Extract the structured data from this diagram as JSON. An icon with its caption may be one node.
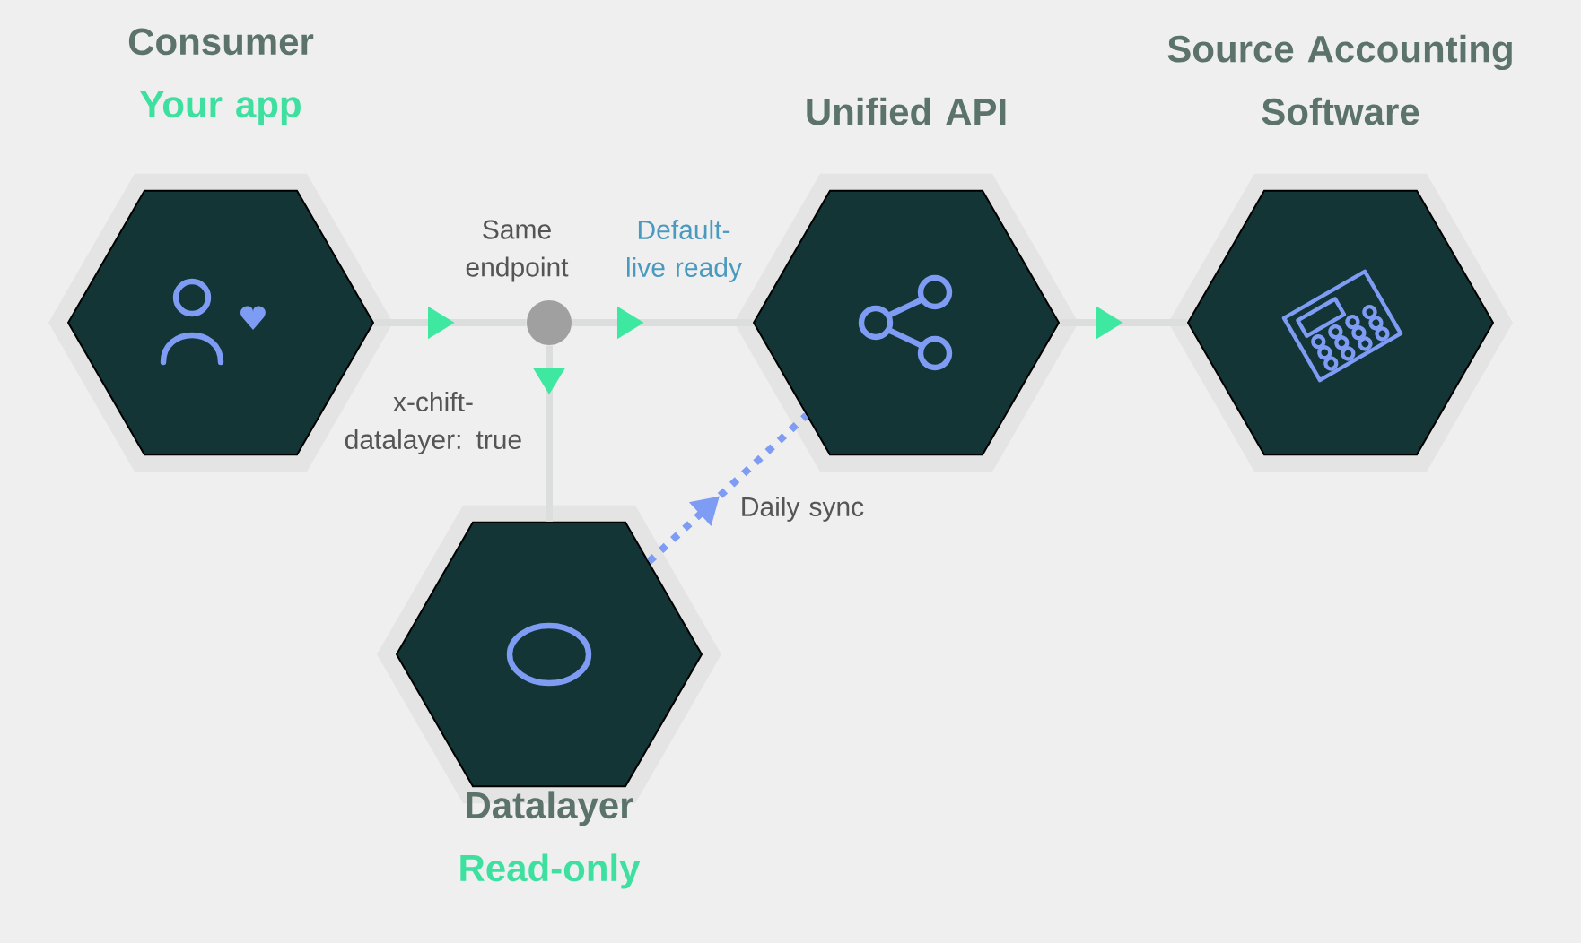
{
  "diagram": {
    "nodes": [
      {
        "text": [
          "Consumer",
          "Your app"
        ]
      },
      {
        "text": [],
        "shape": "circle",
        "beside": [
          "Same endpoint"
        ]
      },
      {
        "text": [
          "Unified API"
        ]
      },
      {
        "text": [
          "Source Accounting Software"
        ]
      },
      {
        "text": [
          "Datalayer",
          "Read-only"
        ]
      }
    ],
    "edges": [
      {
        "from": 0,
        "to": 1,
        "arrow": "to"
      },
      {
        "from": 1,
        "to": 2,
        "arrow": "to",
        "label": "Default- live ready"
      },
      {
        "from": 1,
        "to": 4,
        "arrow": "to",
        "label": "x-chift- datalayer: true"
      },
      {
        "from": 2,
        "to": 3,
        "arrow": "to"
      },
      {
        "from": 4,
        "to": 2,
        "arrow": "to",
        "label": "Daily sync",
        "style": "dashed",
        "color": "#7f9cf5"
      }
    ]
  }
}
